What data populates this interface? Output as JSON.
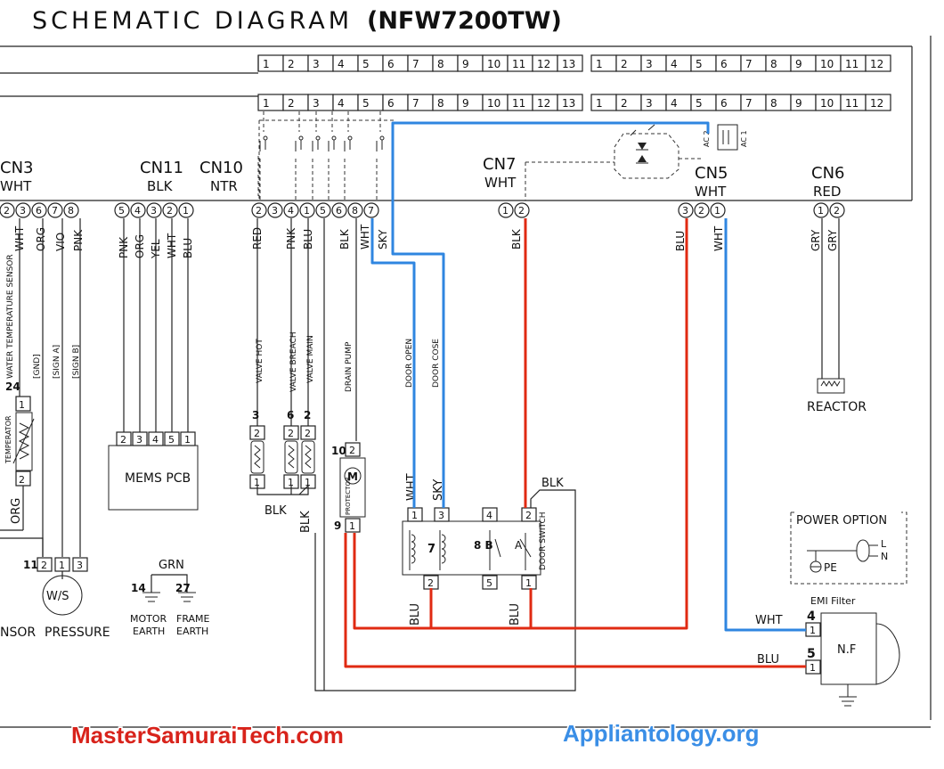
{
  "title": "SCHEMATIC DIAGRAM",
  "model": "(NFW7200TW)",
  "connectors": {
    "cn3": {
      "name": "CN3",
      "color": "WHT",
      "pins": [
        "2",
        "3",
        "6",
        "7",
        "8"
      ],
      "wires": [
        "WHT",
        "ORG",
        "VIO",
        "PNK"
      ]
    },
    "cn11": {
      "name": "CN11",
      "color": "BLK",
      "pins": [
        "5",
        "4",
        "3",
        "2",
        "1"
      ],
      "wires": [
        "PNK",
        "ORG",
        "YEL",
        "WHT",
        "BLU"
      ]
    },
    "cn10": {
      "name": "CN10",
      "color": "NTR",
      "pins": [
        "2",
        "3",
        "4",
        "1",
        "5",
        "6",
        "8",
        "7"
      ],
      "wires": [
        "RED",
        "PNK",
        "BLU",
        "BLK",
        "WHT",
        "SKY"
      ]
    },
    "cn7": {
      "name": "CN7",
      "color": "WHT",
      "pins": [
        "1",
        "2"
      ],
      "wires": [
        "BLK"
      ]
    },
    "cn5": {
      "name": "CN5",
      "color": "WHT",
      "pins": [
        "3",
        "2",
        "1"
      ],
      "wires": [
        "BLU",
        "WHT"
      ]
    },
    "cn6": {
      "name": "CN6",
      "color": "RED",
      "pins": [
        "1",
        "2"
      ],
      "wires": [
        "GRY",
        "GRY"
      ]
    }
  },
  "terminal_rows": {
    "left": [
      "1",
      "2",
      "3",
      "4",
      "5",
      "6",
      "7",
      "8",
      "9",
      "10",
      "11",
      "12",
      "13"
    ],
    "right": [
      "1",
      "2",
      "3",
      "4",
      "5",
      "6",
      "7",
      "8",
      "9",
      "10",
      "11",
      "12"
    ]
  },
  "relay": {
    "ac2": "AC 2",
    "ac1": "AC 1"
  },
  "sensor": {
    "label": "WATER TEMPERATURE SENSOR",
    "num": "24",
    "therm": "TEMPERATOR",
    "gnd": "[GND]",
    "siga": "[SIGN A]",
    "signb": "[SIGN B]",
    "org": "ORG",
    "bottom_pins": [
      "11",
      "2",
      "1",
      "3"
    ],
    "ws": "W/S",
    "sensor_txt": "NSOR",
    "pressure": "PRESSURE"
  },
  "mems": {
    "label": "MEMS PCB",
    "pins": [
      "2",
      "3",
      "4",
      "5",
      "1"
    ]
  },
  "valves": {
    "hot": "VALVE HOT",
    "breach": "VALVE BREACH",
    "main": "VALVE MAIN",
    "nums": [
      "3",
      "6",
      "2"
    ],
    "blk1": "BLK",
    "blk2": "BLK"
  },
  "pump": {
    "label": "DRAIN PUMP",
    "num_top": "10",
    "num_bot": "9",
    "motor": "M",
    "protector": "PROTECTOR"
  },
  "door": {
    "open": "DOOR OPEN",
    "close": "DOOR COSE",
    "wht": "WHT",
    "sky": "SKY",
    "blk": "BLK",
    "pins_top": [
      "1",
      "3",
      "4",
      "2"
    ],
    "pins_bottom": [
      "2",
      "5",
      "1"
    ],
    "n7": "7",
    "n8b": "8 B",
    "na": "A",
    "switch": "DOOR SWITCH",
    "blu1": "BLU",
    "blu2": "BLU"
  },
  "earth": {
    "grn": "GRN",
    "n14": "14",
    "n27": "27",
    "motor": "MOTOR",
    "frame": "FRAME",
    "earth": "EARTH"
  },
  "reactor": "REACTOR",
  "power": {
    "label": "POWER OPTION",
    "pe": "PE",
    "l": "L",
    "n": "N"
  },
  "emi": {
    "label": "EMI Filter",
    "nf": "N.F",
    "wht": "WHT",
    "blu": "BLU",
    "n4": "4",
    "n5": "5",
    "p1a": "1",
    "p1b": "1"
  },
  "footer": {
    "left": "MasterSamuraiTech.com",
    "right": "Appliantology.org"
  },
  "colors": {
    "red_wire": "#e02a12",
    "blue_wire": "#2f86e0",
    "footer_left": "#d8231b",
    "footer_right": "#3a8ee6"
  }
}
